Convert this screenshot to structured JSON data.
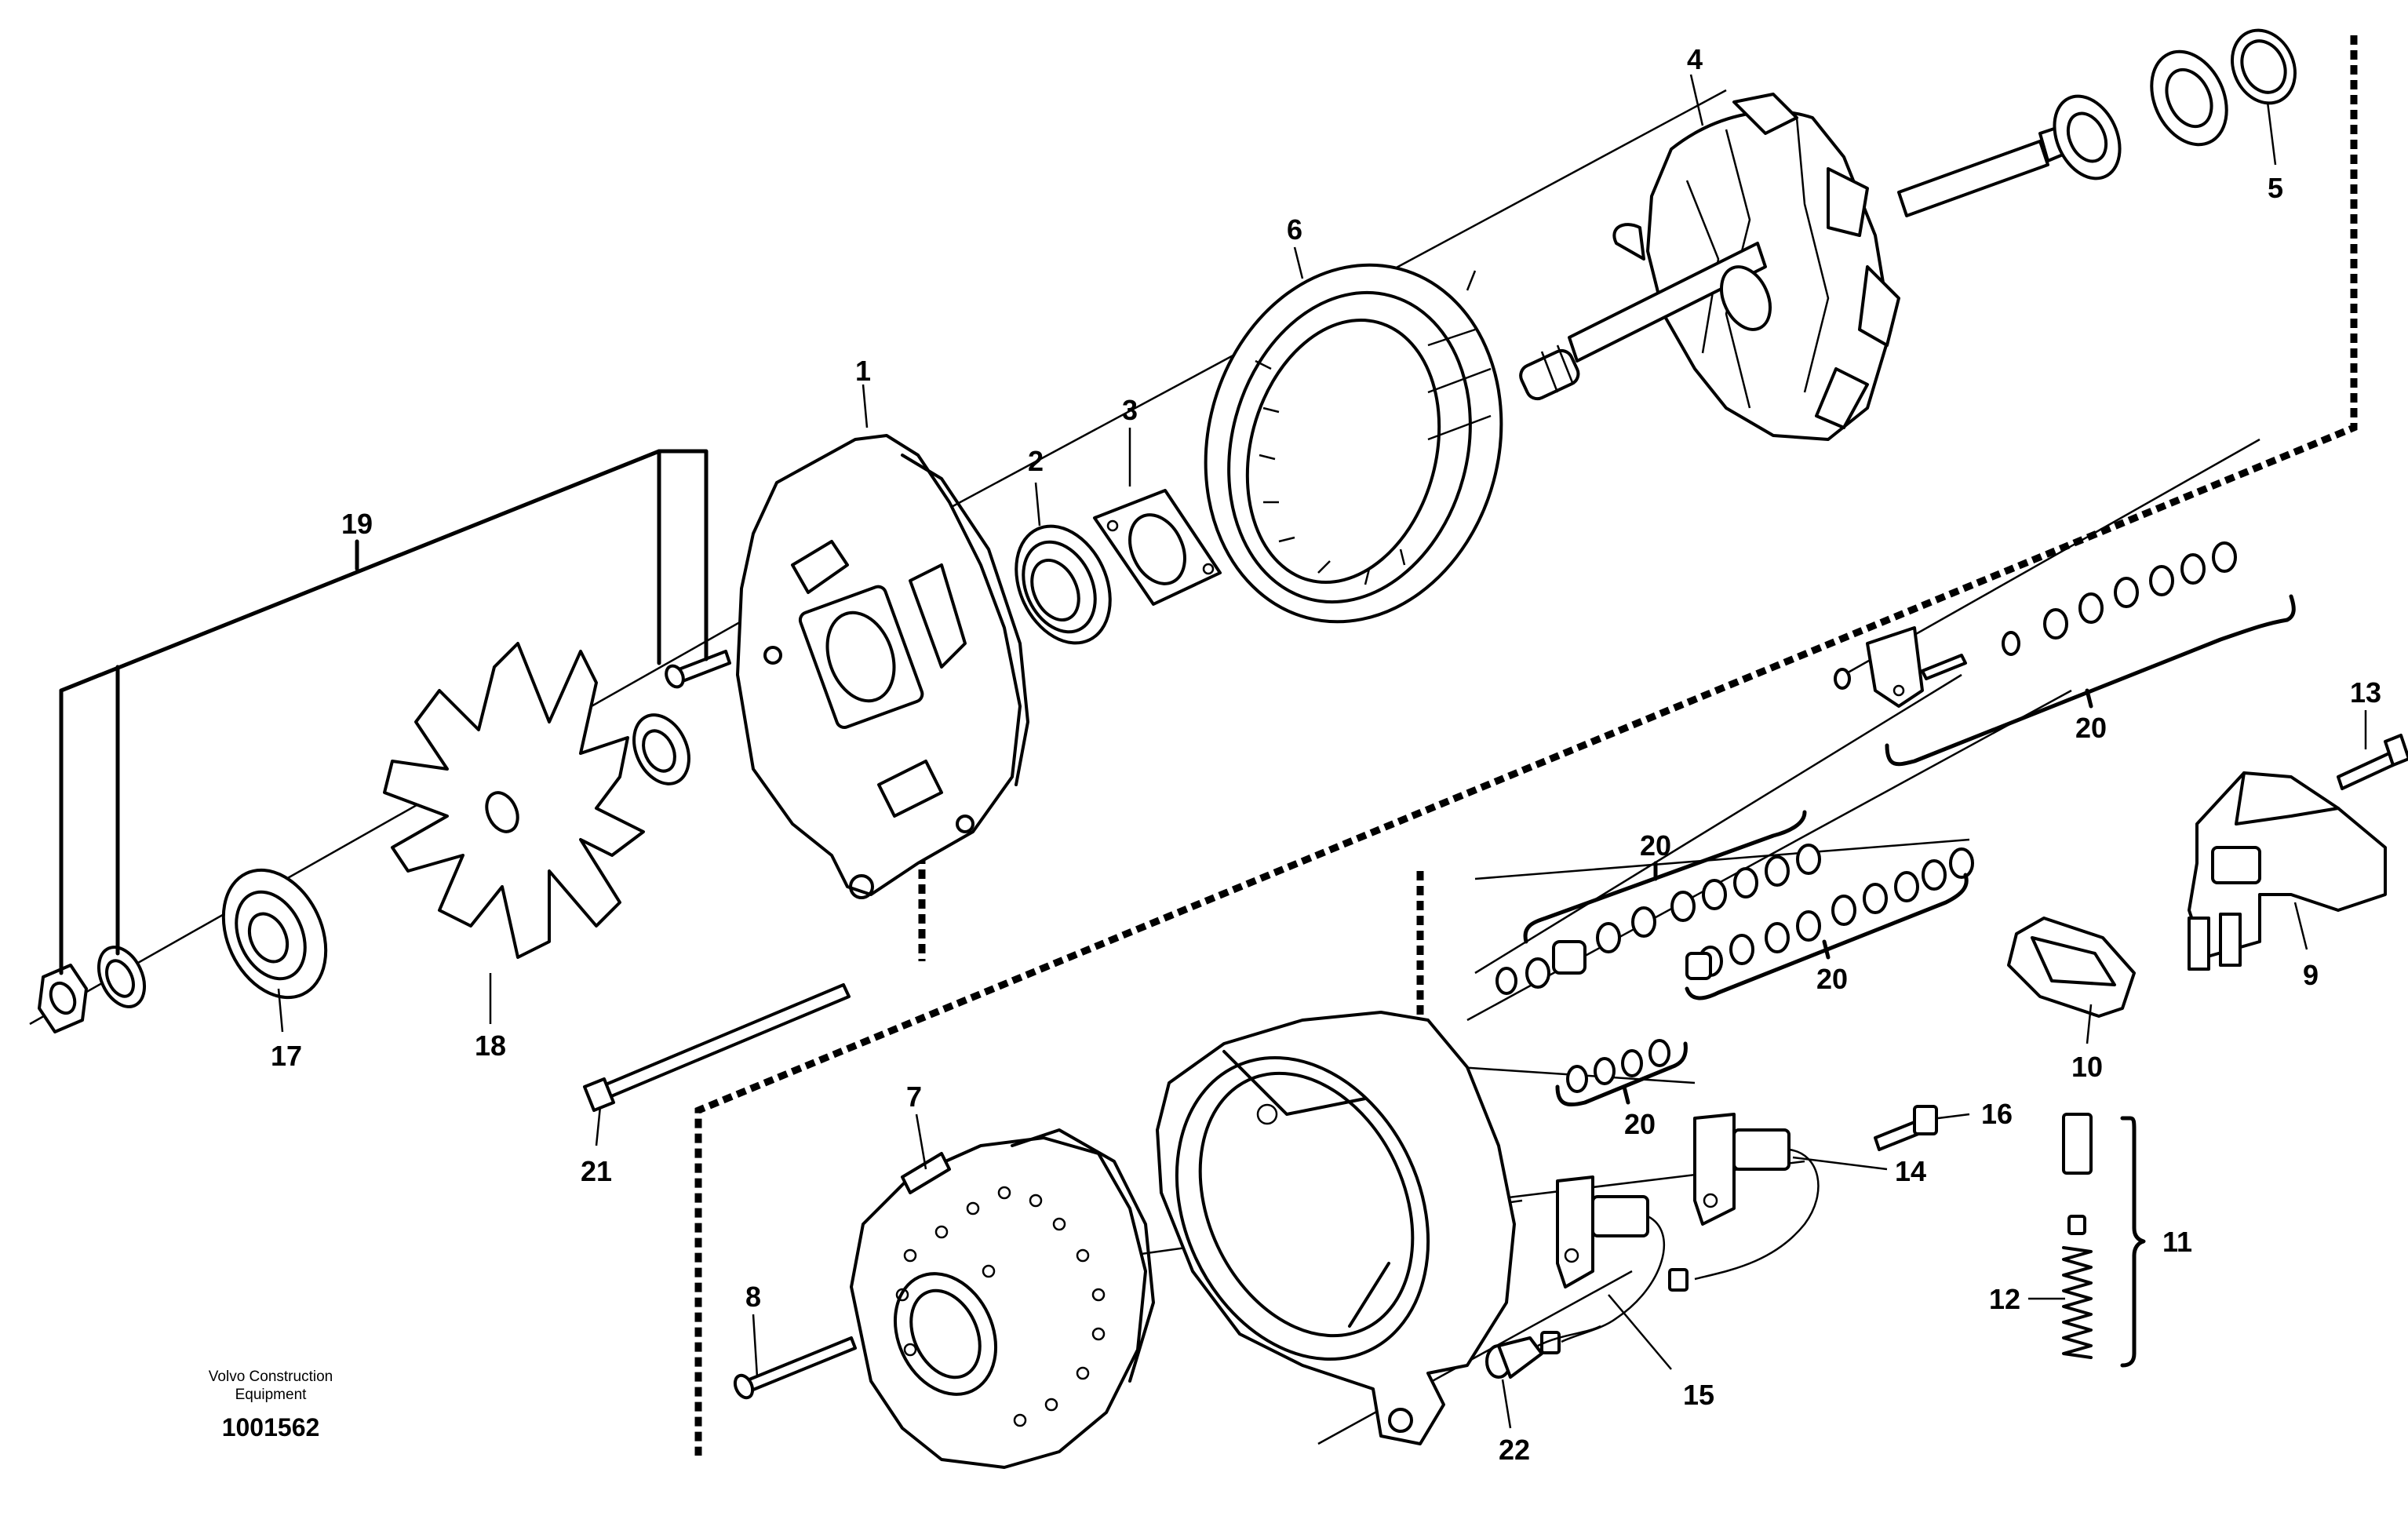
{
  "diagram": {
    "brand_line1": "Volvo Construction",
    "brand_line2": "Equipment",
    "document_number": "1001562",
    "callouts": {
      "c1": "1",
      "c2": "2",
      "c3": "3",
      "c4": "4",
      "c5": "5",
      "c6": "6",
      "c7": "7",
      "c8": "8",
      "c9": "9",
      "c10": "10",
      "c11": "11",
      "c12": "12",
      "c13": "13",
      "c14": "14",
      "c15": "15",
      "c16": "16",
      "c17": "17",
      "c18": "18",
      "c19": "19",
      "c20a": "20",
      "c20b": "20",
      "c20c": "20",
      "c20d": "20",
      "c21": "21",
      "c22": "22"
    }
  }
}
